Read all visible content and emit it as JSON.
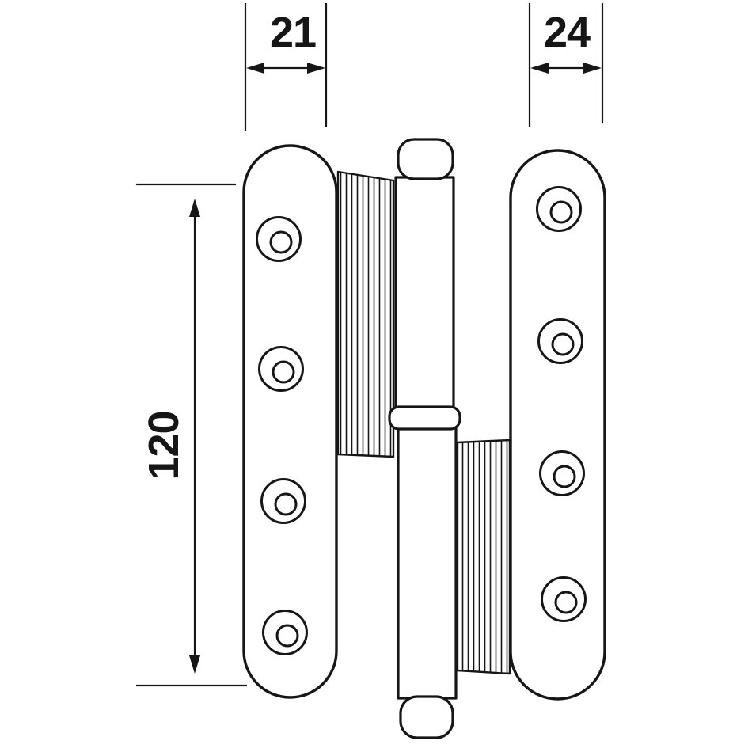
{
  "diagram": {
    "name": "door-hinge-technical-drawing",
    "background": "#ffffff",
    "line_color": "#161616",
    "dimensions": {
      "left_leaf_width": {
        "value": "21"
      },
      "right_leaf_width": {
        "value": "24"
      },
      "overall_height": {
        "value": "120"
      }
    }
  }
}
